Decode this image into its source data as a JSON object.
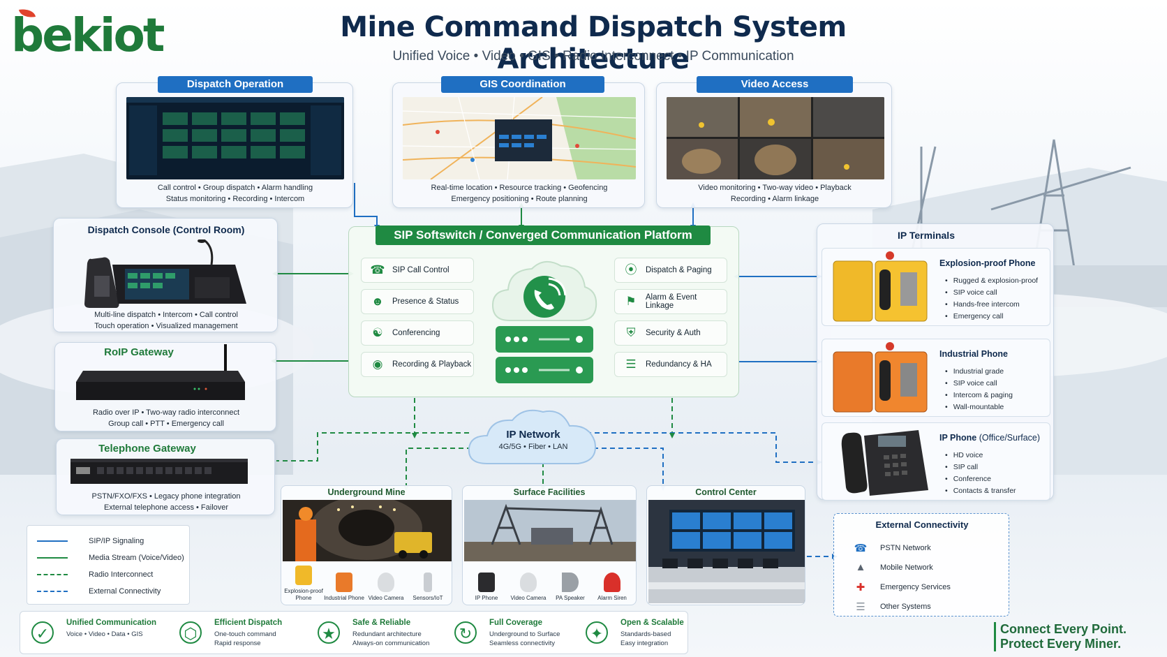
{
  "brand": {
    "logo_text": "bekiot"
  },
  "header": {
    "title": "Mine Command Dispatch System Architecture",
    "subtitle": "Unified Voice • Video • GIS • Radio Interconnect • IP Communication"
  },
  "dispatch_operation": {
    "label": "Dispatch Operation",
    "line1": "Call control • Group dispatch • Alarm handling",
    "line2": "Status monitoring • Recording • Intercom"
  },
  "gis_coordination": {
    "label": "GIS Coordination",
    "line1": "Real-time location • Resource tracking • Geofencing",
    "line2": "Emergency positioning • Route planning"
  },
  "video_access": {
    "label": "Video Access",
    "line1": "Video monitoring • Two-way video • Playback",
    "line2": "Recording • Alarm linkage"
  },
  "dispatch_console": {
    "title": "Dispatch Console (Control Room)",
    "line1": "Multi-line dispatch • Intercom • Call control",
    "line2": "Touch operation • Visualized management"
  },
  "roip_gateway": {
    "title": "RoIP Gateway",
    "line1": "Radio over IP • Two-way radio interconnect",
    "line2": "Group call • PTT • Emergency call"
  },
  "telephone_gateway": {
    "title": "Telephone Gateway",
    "line1": "PSTN/FXO/FXS • Legacy phone integration",
    "line2": "External telephone access • Failover"
  },
  "platform": {
    "title": "SIP Softswitch / Converged Communication Platform",
    "left_functions": [
      "SIP Call Control",
      "Presence & Status",
      "Conferencing",
      "Recording & Playback"
    ],
    "right_functions": [
      "Dispatch & Paging",
      "Alarm & Event Linkage",
      "Security & Auth",
      "Redundancy & HA"
    ]
  },
  "ip_terminals": {
    "title": "IP Terminals",
    "terminals": [
      {
        "name": "Explosion-proof Phone",
        "features": [
          "Rugged & explosion-proof",
          "SIP voice call",
          "Hands-free intercom",
          "Emergency call"
        ]
      },
      {
        "name": "Industrial Phone",
        "features": [
          "Industrial grade",
          "SIP voice call",
          "Intercom & paging",
          "Wall-mountable"
        ]
      },
      {
        "name": "IP Phone",
        "name_suffix": "(Office/Surface)",
        "features": [
          "HD voice",
          "SIP call",
          "Conference",
          "Contacts & transfer"
        ]
      }
    ]
  },
  "ip_network": {
    "title": "IP Network",
    "sub": "4G/5G • Fiber • LAN"
  },
  "sites": {
    "underground": {
      "title": "Underground Mine",
      "devices": [
        "Explosion-proof Phone",
        "Industrial Phone",
        "Video Camera",
        "Sensors/IoT"
      ]
    },
    "surface": {
      "title": "Surface Facilities",
      "devices": [
        "IP Phone",
        "Video Camera",
        "PA Speaker",
        "Alarm Siren"
      ]
    },
    "control": {
      "title": "Control Center"
    }
  },
  "legend": {
    "items": [
      "SIP/IP Signaling",
      "Media Stream (Voice/Video)",
      "Radio Interconnect",
      "External Connectivity"
    ]
  },
  "external": {
    "title": "External Connectivity",
    "items": [
      "PSTN Network",
      "Mobile Network",
      "Emergency Services",
      "Other Systems"
    ]
  },
  "features": [
    {
      "title": "Unified Communication",
      "desc1": "Voice • Video • Data • GIS",
      "desc2": ""
    },
    {
      "title": "Efficient Dispatch",
      "desc1": "One-touch command",
      "desc2": "Rapid response"
    },
    {
      "title": "Safe & Reliable",
      "desc1": "Redundant architecture",
      "desc2": "Always-on communication"
    },
    {
      "title": "Full Coverage",
      "desc1": "Underground to Surface",
      "desc2": "Seamless connectivity"
    },
    {
      "title": "Open & Scalable",
      "desc1": "Standards-based",
      "desc2": "Easy integration"
    }
  ],
  "slogan": {
    "line1": "Connect Every Point.",
    "line2": "Protect Every Miner."
  },
  "colors": {
    "green": "#1f8a42",
    "blue": "#1f6fc2",
    "navy": "#0f2a4d"
  }
}
